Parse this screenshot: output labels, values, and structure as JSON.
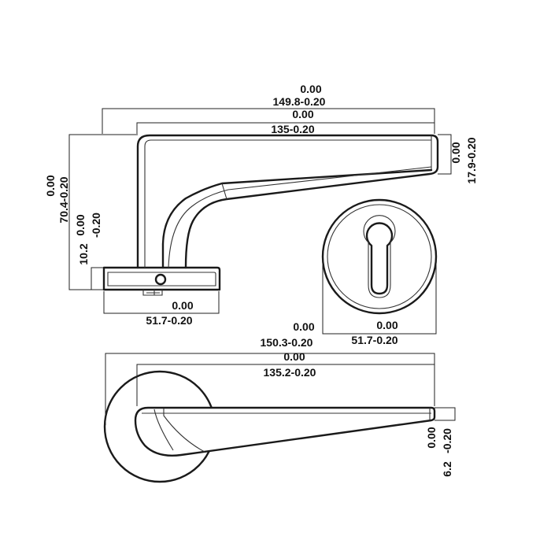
{
  "side_view": {
    "width_overall": {
      "upper": "0.00",
      "lower": "149.8-0.20"
    },
    "width_lever": {
      "upper": "0.00",
      "lower": "135-0.20"
    },
    "lever_tip_height": {
      "upper": "0.00",
      "lower": "17.9-0.20"
    },
    "height_overall": {
      "upper": "0.00",
      "lower": "70.4-0.20"
    },
    "rose_height": {
      "upper": "0.00",
      "lower": "10.2-0.20"
    },
    "rose_width": {
      "upper": "0.00",
      "lower": "51.7-0.20"
    }
  },
  "front_view": {
    "rose_diameter": {
      "upper": "0.00",
      "lower": "51.7-0.20"
    }
  },
  "top_view": {
    "width_overall": {
      "upper": "0.00",
      "lower": "150.3-0.20"
    },
    "width_lever": {
      "upper": "0.00",
      "lower": "135.2-0.20"
    },
    "lever_tip_thickness": {
      "upper": "0.00",
      "lower": "6.2-0.20"
    }
  }
}
